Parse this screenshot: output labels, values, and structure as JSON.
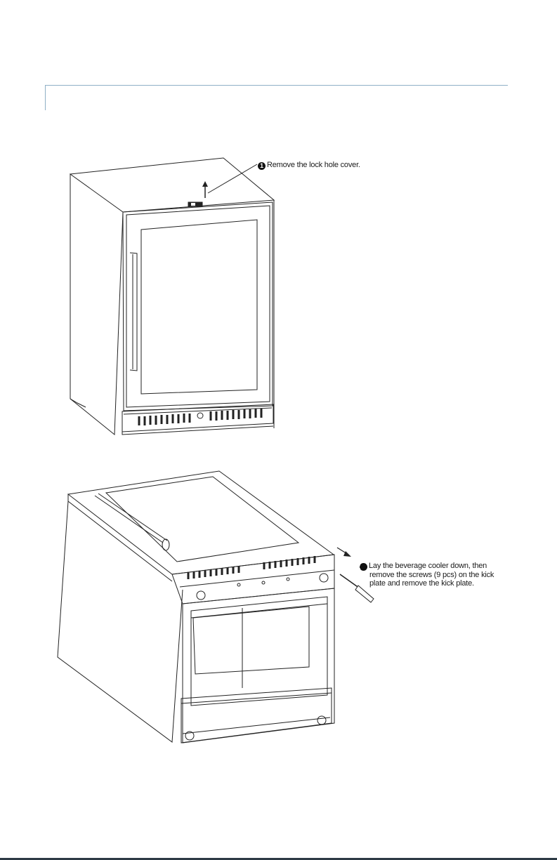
{
  "steps": [
    {
      "number": "1",
      "text": "Remove the lock hole cover."
    },
    {
      "number": "2",
      "text": "Lay the beverage cooler down, then remove the screws  (9 pcs) on the kick plate and remove the kick plate."
    }
  ],
  "icons": [
    "arrow-up-icon",
    "arrow-diagonal-icon",
    "screwdriver-icon"
  ]
}
